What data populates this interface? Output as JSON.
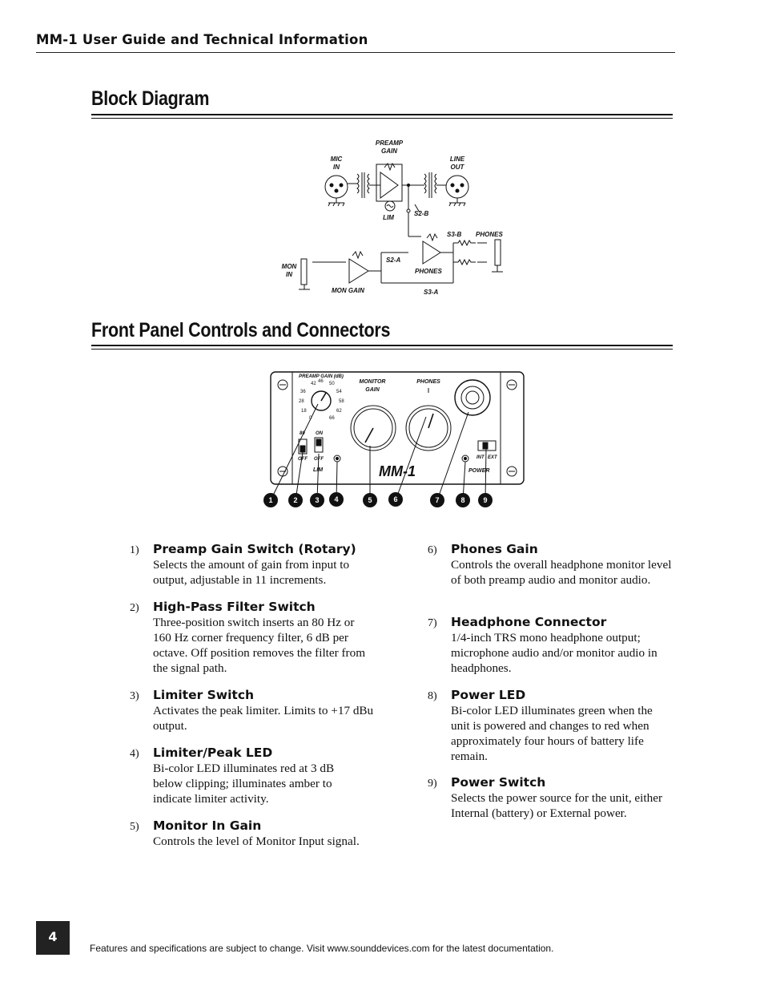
{
  "header": {
    "title": "MM-1 User Guide and Technical Information"
  },
  "block_diagram": {
    "title": "Block Diagram",
    "labels": {
      "mic_in_1": "MIC",
      "mic_in_2": "IN",
      "preamp_1": "PREAMP",
      "preamp_2": "GAIN",
      "line_out_1": "LINE",
      "line_out_2": "OUT",
      "lim": "LIM",
      "s2b": "S2-B",
      "s3b": "S3-B",
      "phones_top": "PHONES",
      "s2a": "S2-A",
      "phones_amp": "PHONES",
      "s3a": "S3-A",
      "mon_in_1": "MON",
      "mon_in_2": "IN",
      "mon_gain": "MON GAIN"
    }
  },
  "front_panel": {
    "title": "Front Panel Controls and Connectors",
    "labels": {
      "preamp_gain": "PREAMP GAIN (dB)",
      "monitor_1": "MONITOR",
      "monitor_2": "GAIN",
      "phones": "PHONES",
      "scale": [
        "42",
        "46",
        "50",
        "36",
        "54",
        "28",
        "58",
        "18",
        "62",
        "0",
        "66"
      ],
      "hpf_80": "80",
      "hpf_off": "OFF",
      "lim_on": "ON",
      "lim_off": "OFF",
      "lim": "LIM",
      "model": "MM-1",
      "int": "INT",
      "ext": "EXT",
      "power": "POWER"
    },
    "callouts": [
      "1",
      "2",
      "3",
      "4",
      "5",
      "6",
      "7",
      "8",
      "9"
    ]
  },
  "items": [
    {
      "num": "1)",
      "title": "Preamp Gain Switch (Rotary)",
      "desc": "Selects the amount of gain from input to output, adjustable in 11 increments."
    },
    {
      "num": "2)",
      "title": "High-Pass Filter Switch",
      "desc": "Three-position switch inserts an 80 Hz or 160 Hz corner frequency filter, 6 dB per octave. Off position removes the filter from the signal path."
    },
    {
      "num": "3)",
      "title": "Limiter Switch",
      "desc": "Activates the peak limiter. Limits to +17 dBu output."
    },
    {
      "num": "4)",
      "title": "Limiter/Peak LED",
      "desc": "Bi-color LED illuminates red at 3 dB below clipping; illuminates amber to indicate limiter activity."
    },
    {
      "num": "5)",
      "title": "Monitor In Gain",
      "desc": "Controls the level of Monitor Input signal."
    },
    {
      "num": "6)",
      "title": "Phones Gain",
      "desc": "Controls the overall headphone monitor level of both preamp audio and monitor audio."
    },
    {
      "num": "7)",
      "title": "Headphone Connector",
      "desc": "1/4-inch TRS mono headphone output; microphone audio and/or monitor audio in headphones."
    },
    {
      "num": "8)",
      "title": "Power LED",
      "desc": "Bi-color LED illuminates green when the unit is powered and changes to red when approximately four hours of battery life remain."
    },
    {
      "num": "9)",
      "title": "Power Switch",
      "desc": "Selects the power source for the unit, either Internal (battery) or External power."
    }
  ],
  "footer": {
    "page_number": "4",
    "note": "Features and specifications are subject to change. Visit www.sounddevices.com for the latest documentation."
  }
}
